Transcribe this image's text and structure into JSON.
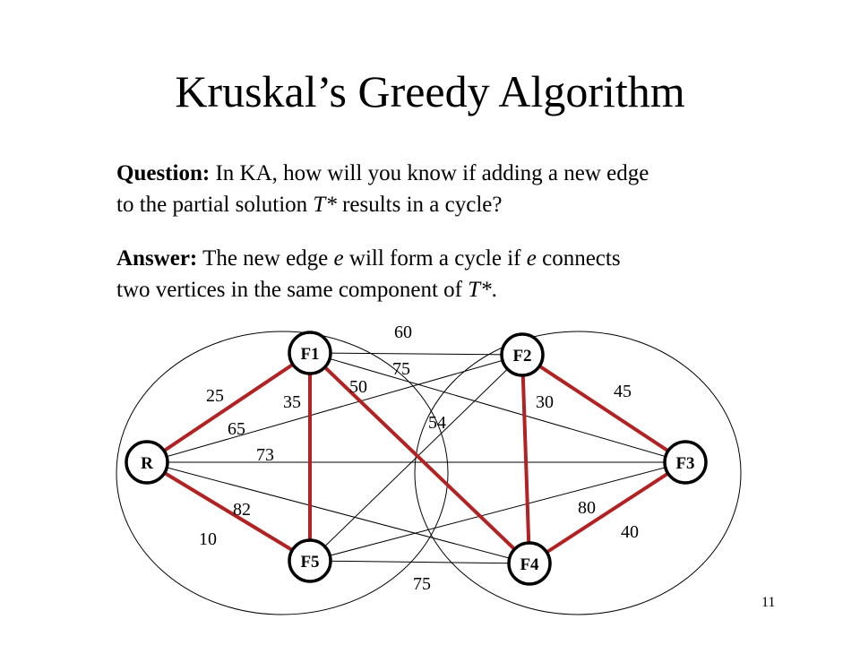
{
  "slide": {
    "title": "Kruskal’s Greedy Algorithm",
    "question": {
      "label": "Question:",
      "line1": " In KA, how will you know if adding a new edge",
      "line2_a": "to the partial solution ",
      "line2_it": "T*",
      "line2_b": " results in a cycle?"
    },
    "answer": {
      "label": "Answer:",
      "line1_a": " The new edge ",
      "line1_e1": "e",
      "line1_b": " will form a cycle if ",
      "line1_e2": "e",
      "line1_c": " connects",
      "line2_a": "two vertices in the same component of ",
      "line2_it": "T*",
      "line2_b": "."
    },
    "page_number": "11"
  },
  "colors": {
    "tree_edge": "#b22222",
    "plain_edge": "#000000",
    "node_fill": "#ffffff"
  },
  "graph": {
    "nodes": [
      {
        "id": "F1",
        "label": "F1"
      },
      {
        "id": "F2",
        "label": "F2"
      },
      {
        "id": "R",
        "label": "R"
      },
      {
        "id": "F3",
        "label": "F3"
      },
      {
        "id": "F5",
        "label": "F5"
      },
      {
        "id": "F4",
        "label": "F4"
      }
    ],
    "edges": [
      {
        "from": "F1",
        "to": "F2",
        "weight": "60",
        "tree": false
      },
      {
        "from": "F1",
        "to": "F3",
        "weight": "75",
        "tree": false
      },
      {
        "from": "R",
        "to": "F1",
        "weight": "25",
        "tree": true
      },
      {
        "from": "F1",
        "to": "F5",
        "weight": "35",
        "tree": true
      },
      {
        "from": "F1",
        "to": "F4",
        "weight": "50",
        "tree": true
      },
      {
        "from": "R",
        "to": "F2",
        "weight": "65",
        "tree": false
      },
      {
        "from": "F2",
        "to": "F5",
        "weight": "54",
        "tree": false
      },
      {
        "from": "F2",
        "to": "F4",
        "weight": "30",
        "tree": true
      },
      {
        "from": "F2",
        "to": "F3",
        "weight": "45",
        "tree": true
      },
      {
        "from": "R",
        "to": "F3",
        "weight": "73",
        "tree": false
      },
      {
        "from": "R",
        "to": "F4",
        "weight": "82",
        "tree": false
      },
      {
        "from": "R",
        "to": "F5",
        "weight": "10",
        "tree": true
      },
      {
        "from": "F5",
        "to": "F3",
        "weight": "80",
        "tree": false
      },
      {
        "from": "F3",
        "to": "F4",
        "weight": "40",
        "tree": true
      },
      {
        "from": "F5",
        "to": "F4",
        "weight": "75",
        "tree": false
      }
    ]
  }
}
